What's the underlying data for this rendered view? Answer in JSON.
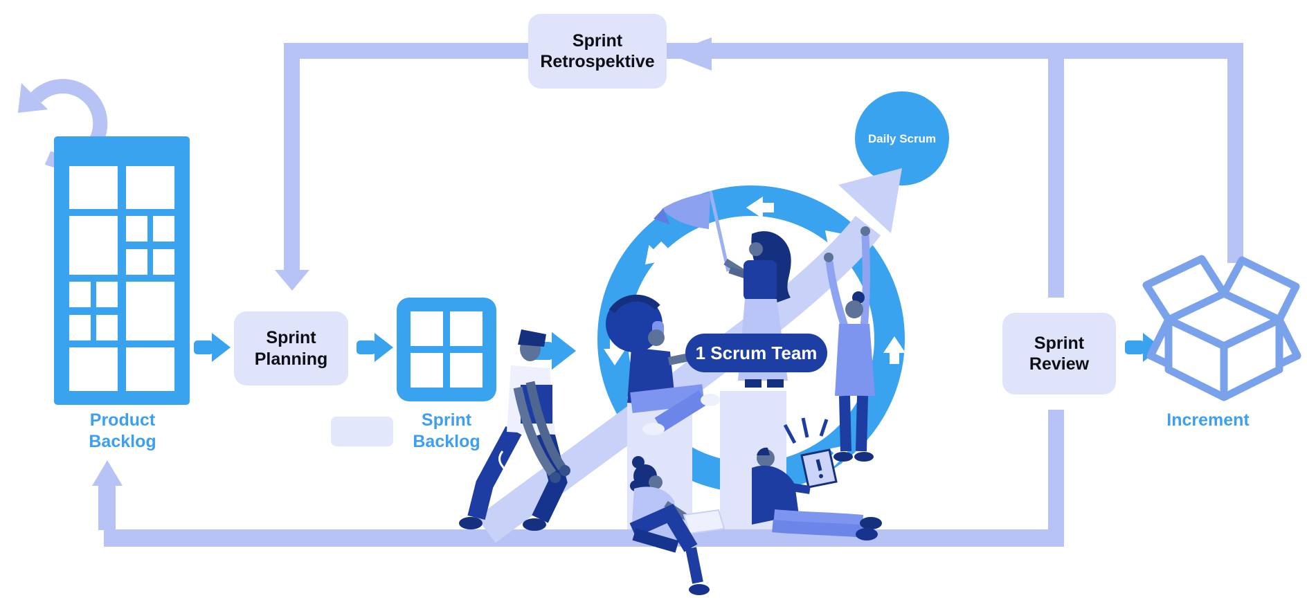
{
  "diagram": {
    "type": "scrum-process-flow",
    "nodes": {
      "product_backlog": "Product Backlog",
      "sprint_planning": "Sprint Planning",
      "sprint_backlog": "Sprint Backlog",
      "sprint_retrospektive": "Sprint Retrospektive",
      "daily_scrum": "Daily Scrum",
      "scrum_team": "1 Scrum Team",
      "sprint_review": "Sprint Review",
      "increment": "Increment"
    },
    "connections": [
      {
        "from": "Product Backlog",
        "to": "Sprint Planning"
      },
      {
        "from": "Sprint Planning",
        "to": "Sprint Backlog"
      },
      {
        "from": "Sprint Backlog",
        "to": "Scrum Team sprint cycle"
      },
      {
        "from": "Scrum Team sprint cycle",
        "to": "Daily Scrum"
      },
      {
        "from": "Scrum Team sprint cycle",
        "to": "Sprint Review"
      },
      {
        "from": "Sprint Review",
        "to": "Increment"
      },
      {
        "from": "Sprint Review",
        "to": "Sprint Retrospektive"
      },
      {
        "from": "Sprint Retrospektive",
        "to": "Sprint Planning"
      },
      {
        "from": "Sprint Review",
        "to": "Product Backlog"
      }
    ],
    "icons": {
      "refresh_icon": "circular refresh arrow behind product backlog",
      "product_backlog_icon": "blue board with mosaic of white tiles",
      "sprint_backlog_icon": "blue board with 2x2 white tiles",
      "cycle_ring_icon": "blue circular ring with white counterclockwise arrows",
      "increment_box_icon": "open shipping box outline",
      "flow_arrow_icon": "small solid blue right arrow"
    },
    "colors": {
      "accent_blue": "#3aa3ef",
      "lavender_line": "#b7c3f4",
      "node_fill": "#e0e4fa",
      "label_blue": "#3d9ff0",
      "badge_navy": "#1d3fa4",
      "illustration_navy": "#1d3da3",
      "illustration_periwinkle": "#7d95ee"
    }
  }
}
